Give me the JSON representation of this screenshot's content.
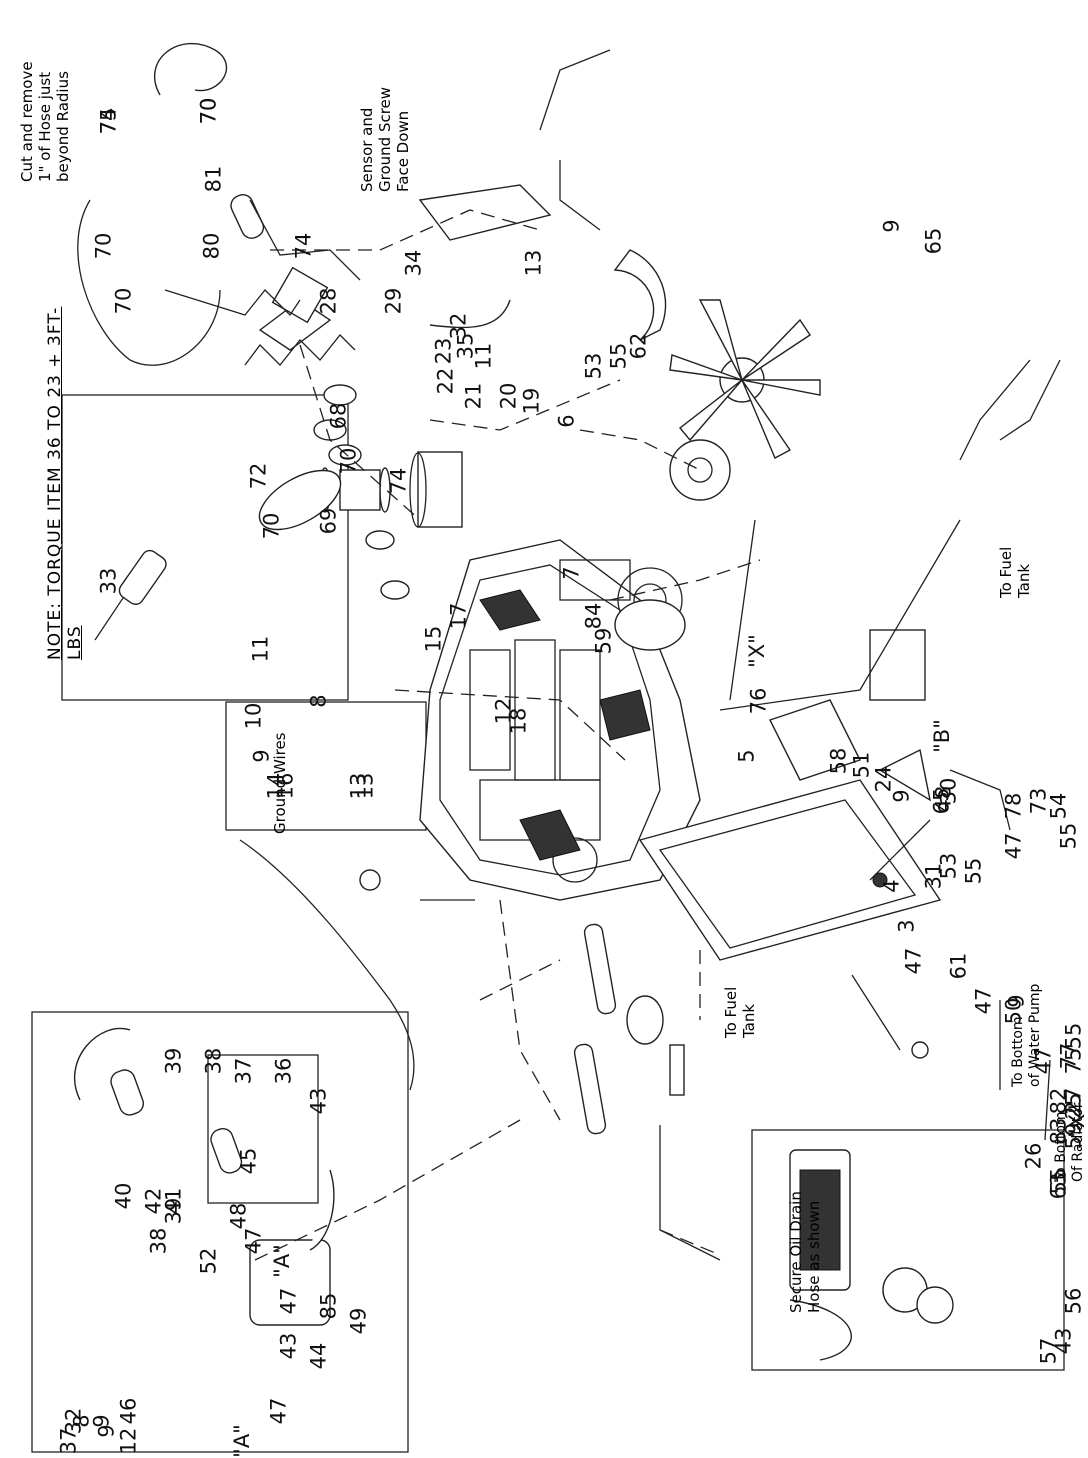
{
  "notes": {
    "torque": "NOTE:  TORQUE ITEM 36 TO 23 + 3FT-LBS",
    "cut_hose": [
      "Cut and remove",
      "1\" of Hose just",
      "beyond Radius"
    ],
    "sensor": [
      "Sensor and",
      "Ground Screw",
      "Face Down"
    ],
    "fuel_tank_top": [
      "To Fuel",
      "Tank"
    ],
    "fuel_tank_mid": [
      "To Fuel",
      "Tank"
    ],
    "water_pump": [
      "To Bottom",
      "of Water Pump"
    ],
    "radiator": [
      "To Bottom",
      "Of Radiator"
    ],
    "ground_wires": "Ground Wires",
    "oil_drain": [
      "Secure Oil Drain",
      "Hose as shown"
    ]
  },
  "callouts": {
    "top": [
      "70",
      "74",
      "70",
      "81",
      "80",
      "70",
      "74",
      "33",
      "72",
      "69",
      "68",
      "70",
      "70",
      "74",
      "29",
      "28",
      "34",
      "13",
      "11",
      "10",
      "9",
      "8",
      "14",
      "13",
      "16",
      "13",
      "15",
      "17",
      "12",
      "18",
      "6",
      "7",
      "84",
      "59",
      "76",
      "5",
      "\"B\"",
      "48",
      "78",
      "47",
      "9",
      "77",
      "75",
      "70",
      "75"
    ],
    "middle": [
      "22",
      "21",
      "20",
      "19",
      "23",
      "35",
      "11",
      "32",
      "62",
      "55",
      "53",
      "\"X\"",
      "9",
      "65",
      "58",
      "51",
      "24",
      "9",
      "65",
      "30",
      "55",
      "53",
      "31",
      "73",
      "54",
      "55",
      "4",
      "3",
      "47",
      "61",
      "47",
      "50",
      "47",
      "55",
      "82",
      "83",
      "55",
      "\"X\"",
      "25",
      "27",
      "26",
      "63",
      "59"
    ],
    "left_box": [
      "39",
      "38",
      "37",
      "36",
      "43",
      "45",
      "41",
      "40",
      "42",
      "39",
      "38",
      "48",
      "47",
      "\"A\"",
      "52",
      "47",
      "49",
      "44",
      "43",
      "85",
      "47",
      "46",
      "8",
      "37",
      "32",
      "9",
      "9",
      "12",
      "\"A\""
    ],
    "oil_box": [
      "56",
      "43",
      "57"
    ]
  }
}
